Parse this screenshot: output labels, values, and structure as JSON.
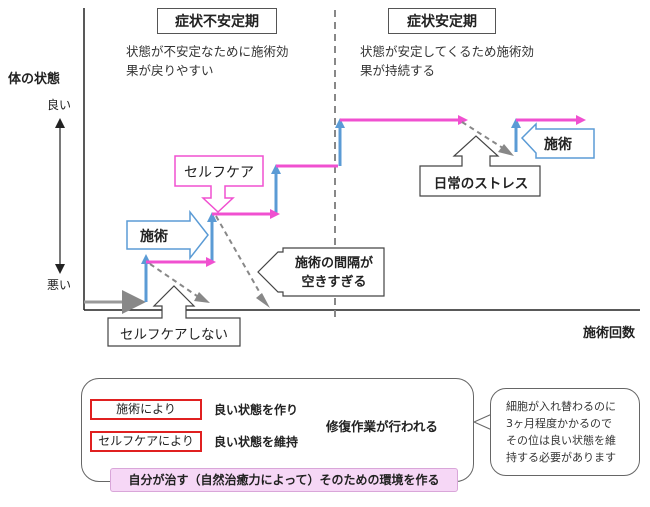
{
  "axes": {
    "y_title": "体の状態",
    "y_good": "良い",
    "y_bad": "悪い",
    "x_title": "施術回数"
  },
  "phases": {
    "unstable": {
      "title": "症状不安定期",
      "desc_line1": "状態が不安定なために施術効",
      "desc_line2": "果が戻りやすい"
    },
    "stable": {
      "title": "症状安定期",
      "desc_line1": "状態が安定してくるため施術効",
      "desc_line2": "果が持続する"
    }
  },
  "callouts": {
    "selfcare": "セルフケア",
    "treatment_left": "施術",
    "treatment_right": "施術",
    "interval_line1": "施術の間隔が",
    "interval_line2": "空きすぎる",
    "daily_stress": "日常のストレス",
    "no_selfcare": "セルフケアしない"
  },
  "summary": {
    "treatment_box": "施術により",
    "treatment_effect": "良い状態を作り",
    "selfcare_box": "セルフケアにより",
    "selfcare_effect": "良い状態を維持",
    "repair": "修復作業が行われる",
    "goal": "自分が治す（自然治癒力によって）そのための環境を作る"
  },
  "note": {
    "line1": "細胞が入れ替わるのに",
    "line2": "3ヶ月程度かかるので",
    "line3": "その位は良い状態を維",
    "line4": "持する必要があります"
  },
  "colors": {
    "pink": "#f050d0",
    "blue": "#5b9bd5",
    "gray_dash": "#888888",
    "red_border": "#e02020",
    "goal_fill": "#f6d7f6"
  }
}
